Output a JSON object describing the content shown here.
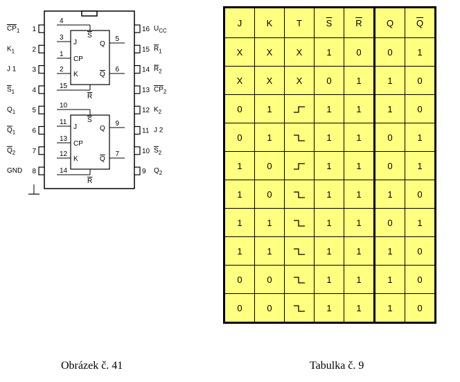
{
  "ic": {
    "left_pins": [
      {
        "num": "1",
        "label": "CP",
        "sub": "1",
        "bar": true
      },
      {
        "num": "2",
        "label": "K",
        "sub": "1",
        "bar": false
      },
      {
        "num": "3",
        "label": "J 1",
        "sub": "",
        "bar": false
      },
      {
        "num": "4",
        "label": "S",
        "sub": "1",
        "bar": true
      },
      {
        "num": "5",
        "label": "Q",
        "sub": "1",
        "bar": false
      },
      {
        "num": "6",
        "label": "Q",
        "sub": "1",
        "bar": true
      },
      {
        "num": "7",
        "label": "Q",
        "sub": "2",
        "bar": true
      },
      {
        "num": "8",
        "label": "GND",
        "sub": "",
        "bar": false
      }
    ],
    "right_pins": [
      {
        "num": "16",
        "label": "U",
        "sub": "CC",
        "bar": false
      },
      {
        "num": "15",
        "label": "R",
        "sub": "1",
        "bar": true
      },
      {
        "num": "14",
        "label": "R",
        "sub": "2",
        "bar": true
      },
      {
        "num": "13",
        "label": "CP",
        "sub": "2",
        "bar": true
      },
      {
        "num": "12",
        "label": "K",
        "sub": "2",
        "bar": false
      },
      {
        "num": "11",
        "label": "J 2",
        "sub": "",
        "bar": false
      },
      {
        "num": "10",
        "label": "S",
        "sub": "2",
        "bar": true
      },
      {
        "num": "9",
        "label": "Q",
        "sub": "2",
        "bar": false
      }
    ],
    "ff1": {
      "s_num": "4",
      "j_num": "3",
      "cp_num": "1",
      "k_num": "2",
      "r_num": "15",
      "q_num": "5",
      "qbar_num": "6"
    },
    "ff2": {
      "s_num": "10",
      "j_num": "11",
      "cp_num": "13",
      "k_num": "12",
      "r_num": "14",
      "q_num": "9",
      "qbar_num": "7"
    },
    "ff_labels": {
      "j": "J",
      "cp": "CP",
      "k": "K",
      "q": "Q",
      "s": "S",
      "r": "R"
    }
  },
  "table": {
    "headers": [
      {
        "text": "J",
        "bar": false
      },
      {
        "text": "K",
        "bar": false
      },
      {
        "text": "T",
        "bar": false
      },
      {
        "text": "S",
        "bar": true
      },
      {
        "text": "R",
        "bar": true
      },
      {
        "text": "Q",
        "bar": false
      },
      {
        "text": "Q",
        "bar": true
      }
    ],
    "rows": [
      [
        "X",
        "X",
        "X",
        "1",
        "0",
        "0",
        "1"
      ],
      [
        "X",
        "X",
        "X",
        "0",
        "1",
        "1",
        "0"
      ],
      [
        "0",
        "1",
        "rise",
        "1",
        "1",
        "1",
        "0"
      ],
      [
        "0",
        "1",
        "fall",
        "1",
        "1",
        "0",
        "1"
      ],
      [
        "1",
        "0",
        "rise",
        "1",
        "1",
        "0",
        "1"
      ],
      [
        "1",
        "0",
        "fall",
        "1",
        "1",
        "1",
        "0"
      ],
      [
        "1",
        "1",
        "fall",
        "1",
        "1",
        "0",
        "1"
      ],
      [
        "1",
        "1",
        "fall",
        "1",
        "1",
        "1",
        "0"
      ],
      [
        "0",
        "0",
        "fall",
        "1",
        "1",
        "1",
        "0"
      ],
      [
        "0",
        "0",
        "fall",
        "1",
        "1",
        "1",
        "0"
      ]
    ],
    "colors": {
      "fill": "#ffff80",
      "border": "#000000"
    }
  },
  "captions": {
    "left": "Obrázek č. 41",
    "right": "Tabulka č. 9"
  }
}
